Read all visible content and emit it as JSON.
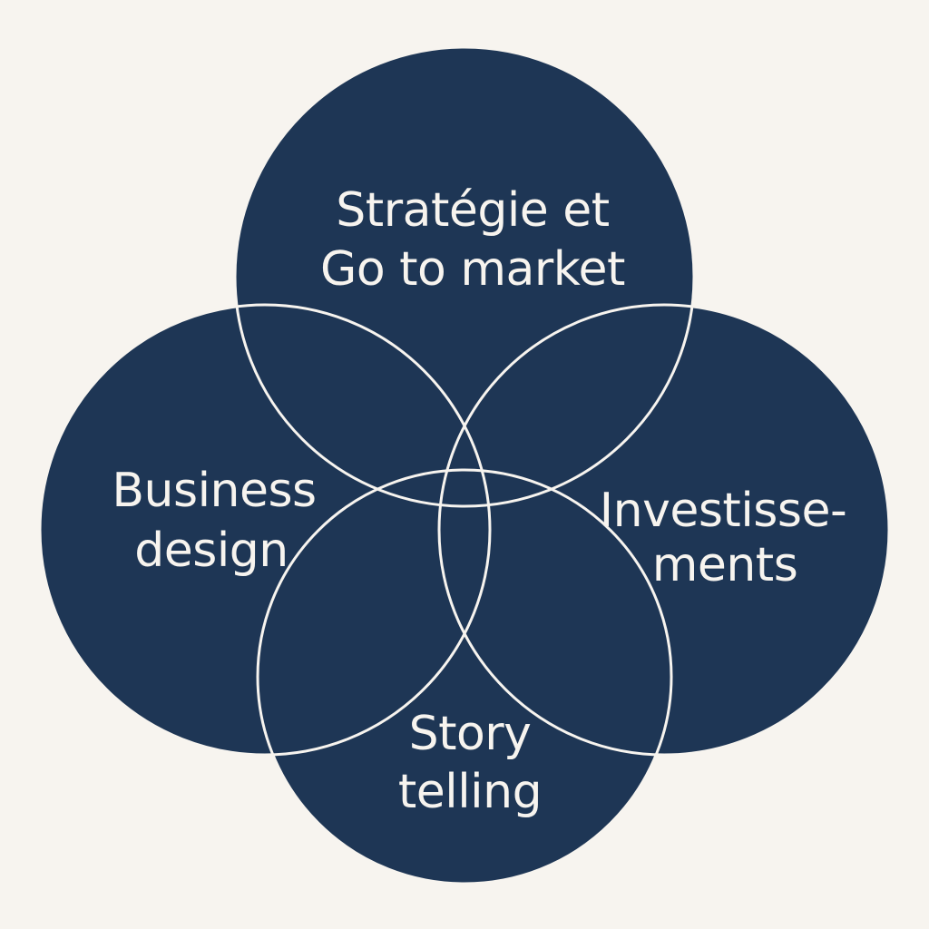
{
  "colors": {
    "background": "#f7f4ef",
    "circle_fill": "#1e3655",
    "outline": "#f7f4ef",
    "text": "#f7f4ef"
  },
  "circles": [
    {
      "id": "top",
      "lines": [
        "Stratégie et",
        "Go to market"
      ]
    },
    {
      "id": "left",
      "lines": [
        "Business",
        "design"
      ]
    },
    {
      "id": "right",
      "lines": [
        "Investisse-",
        "ments"
      ]
    },
    {
      "id": "bottom",
      "lines": [
        "Story",
        "telling"
      ]
    }
  ]
}
